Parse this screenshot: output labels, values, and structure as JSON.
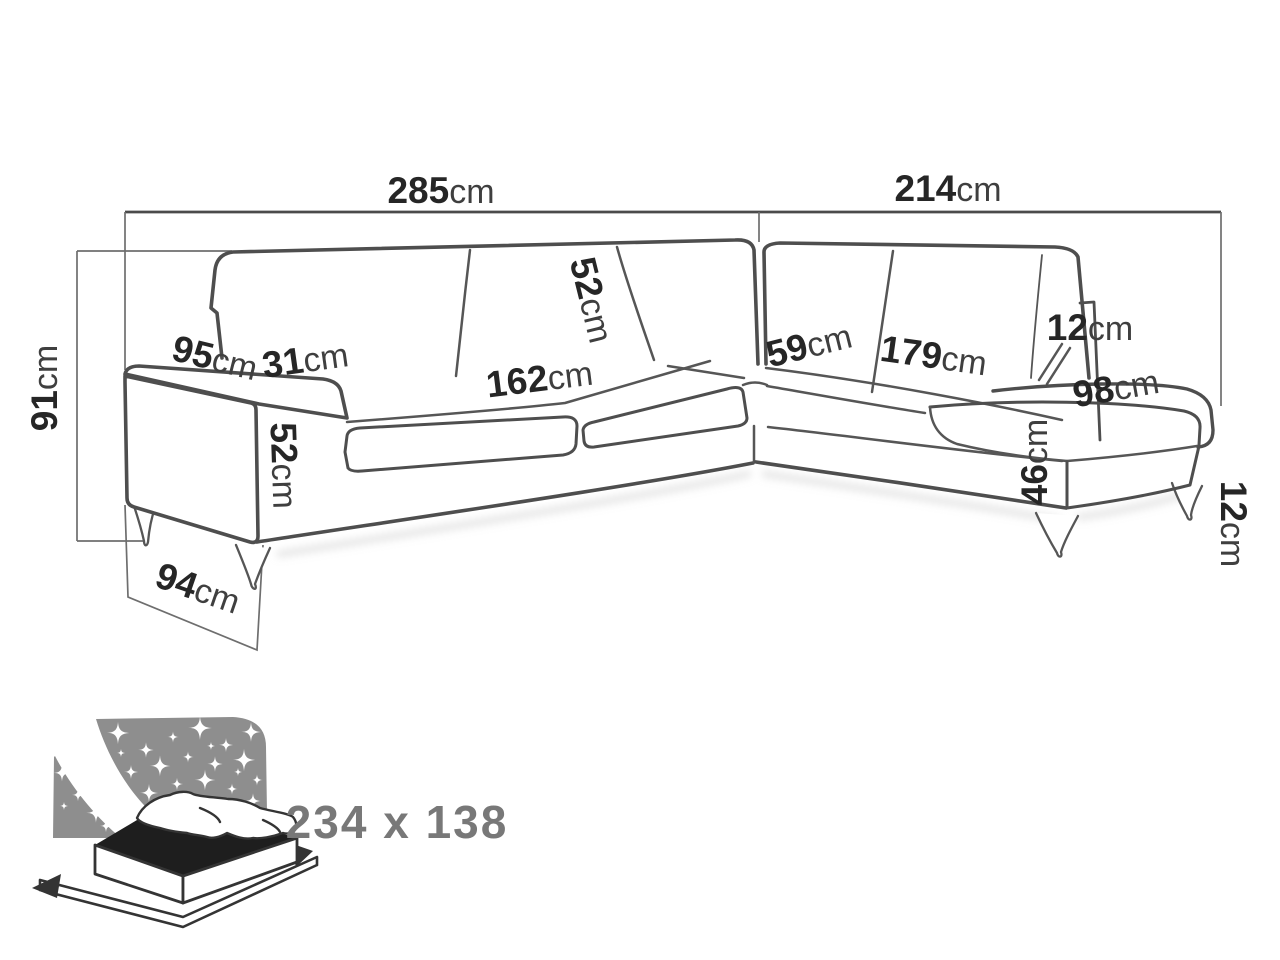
{
  "labels": {
    "width_left": {
      "value": "285",
      "unit": "cm"
    },
    "width_right": {
      "value": "214",
      "unit": "cm"
    },
    "height_total": {
      "value": "91",
      "unit": "cm"
    },
    "arm_depth": {
      "value": "95",
      "unit": "cm"
    },
    "arm_width": {
      "value": "31",
      "unit": "cm"
    },
    "back_cushion_height": {
      "value": "52",
      "unit": "cm"
    },
    "seat_length_left": {
      "value": "162",
      "unit": "cm"
    },
    "corner_seat_width": {
      "value": "59",
      "unit": "cm"
    },
    "seat_length_right": {
      "value": "179",
      "unit": "cm"
    },
    "back_strip_height": {
      "value": "12",
      "unit": "cm"
    },
    "chaise_depth": {
      "value": "98",
      "unit": "cm"
    },
    "arm_height": {
      "value": "52",
      "unit": "cm"
    },
    "seat_height": {
      "value": "46",
      "unit": "cm"
    },
    "base_depth": {
      "value": "94",
      "unit": "cm"
    },
    "leg_height": {
      "value": "12",
      "unit": "cm"
    },
    "bed_size": "234 x 138"
  },
  "colors": {
    "sketch_line": "#4e4e4e",
    "label_number": "#262626",
    "label_unit": "#3f3f3f",
    "bed_label": "#787878",
    "night_sky": "#8e8e8e",
    "mattress_top": "#1e1e1e"
  }
}
